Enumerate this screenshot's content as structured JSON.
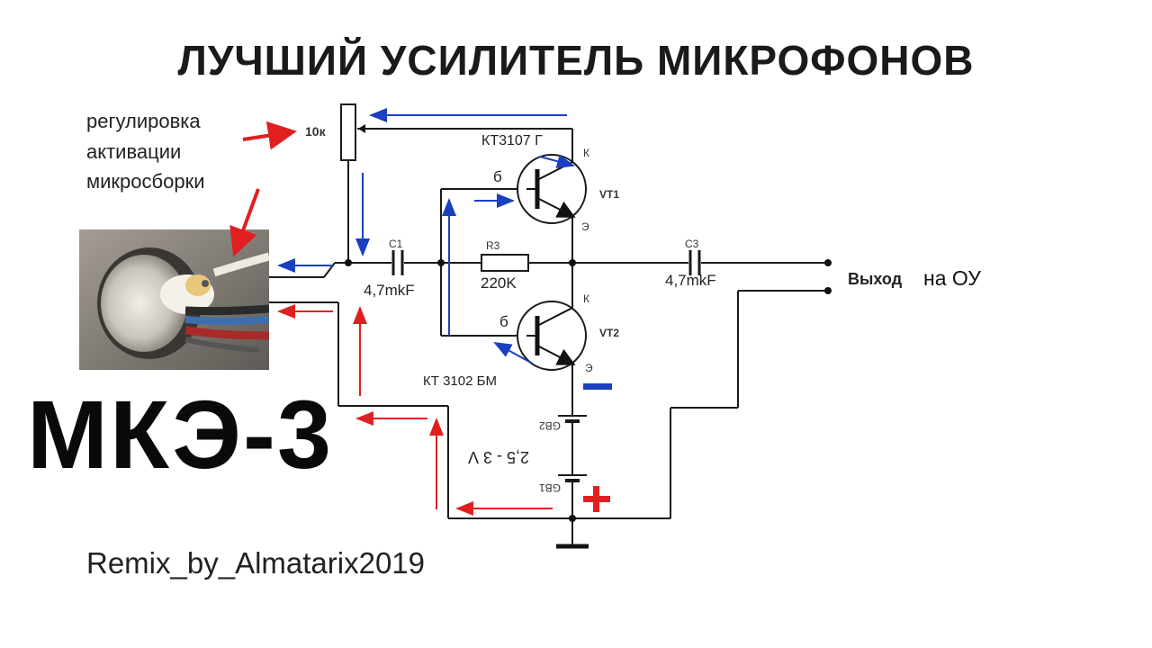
{
  "title": "ЛУЧШИЙ УСИЛИТЕЛЬ МИКРОФОНОВ",
  "adjust_note": [
    "регулировка",
    "активации",
    "микросборки"
  ],
  "big_label": "МКЭ-3",
  "credit": "Remix_by_Almatarix2019",
  "components": {
    "pot": "10к",
    "vt1_type": "КТ3107 Г",
    "vt1": "VT1",
    "vt2_type": "КТ 3102 БМ",
    "vt2": "VT2",
    "base1": "б",
    "base2": "б",
    "collector1": "К",
    "collector2": "К",
    "emitter1": "Э",
    "emitter2": "Э",
    "c1": "C1",
    "c1_value": "4,7mkF",
    "r3": "R3",
    "r3_value": "220K",
    "c3": "C3",
    "c3_value": "4,7mkF",
    "gb2": "GB2",
    "gb1": "GB1",
    "battery_voltage": "2,5 - 3 V"
  },
  "output": {
    "label": "Выход",
    "suffix": "на ОУ"
  },
  "polarity": {
    "minus": "−",
    "plus": "+"
  },
  "colors": {
    "red_arrow": "#e02020",
    "blue_arrow": "#1a3fc0",
    "wire": "#1a1a1a",
    "minus": "#1a3fc0",
    "plus": "#e02020"
  }
}
